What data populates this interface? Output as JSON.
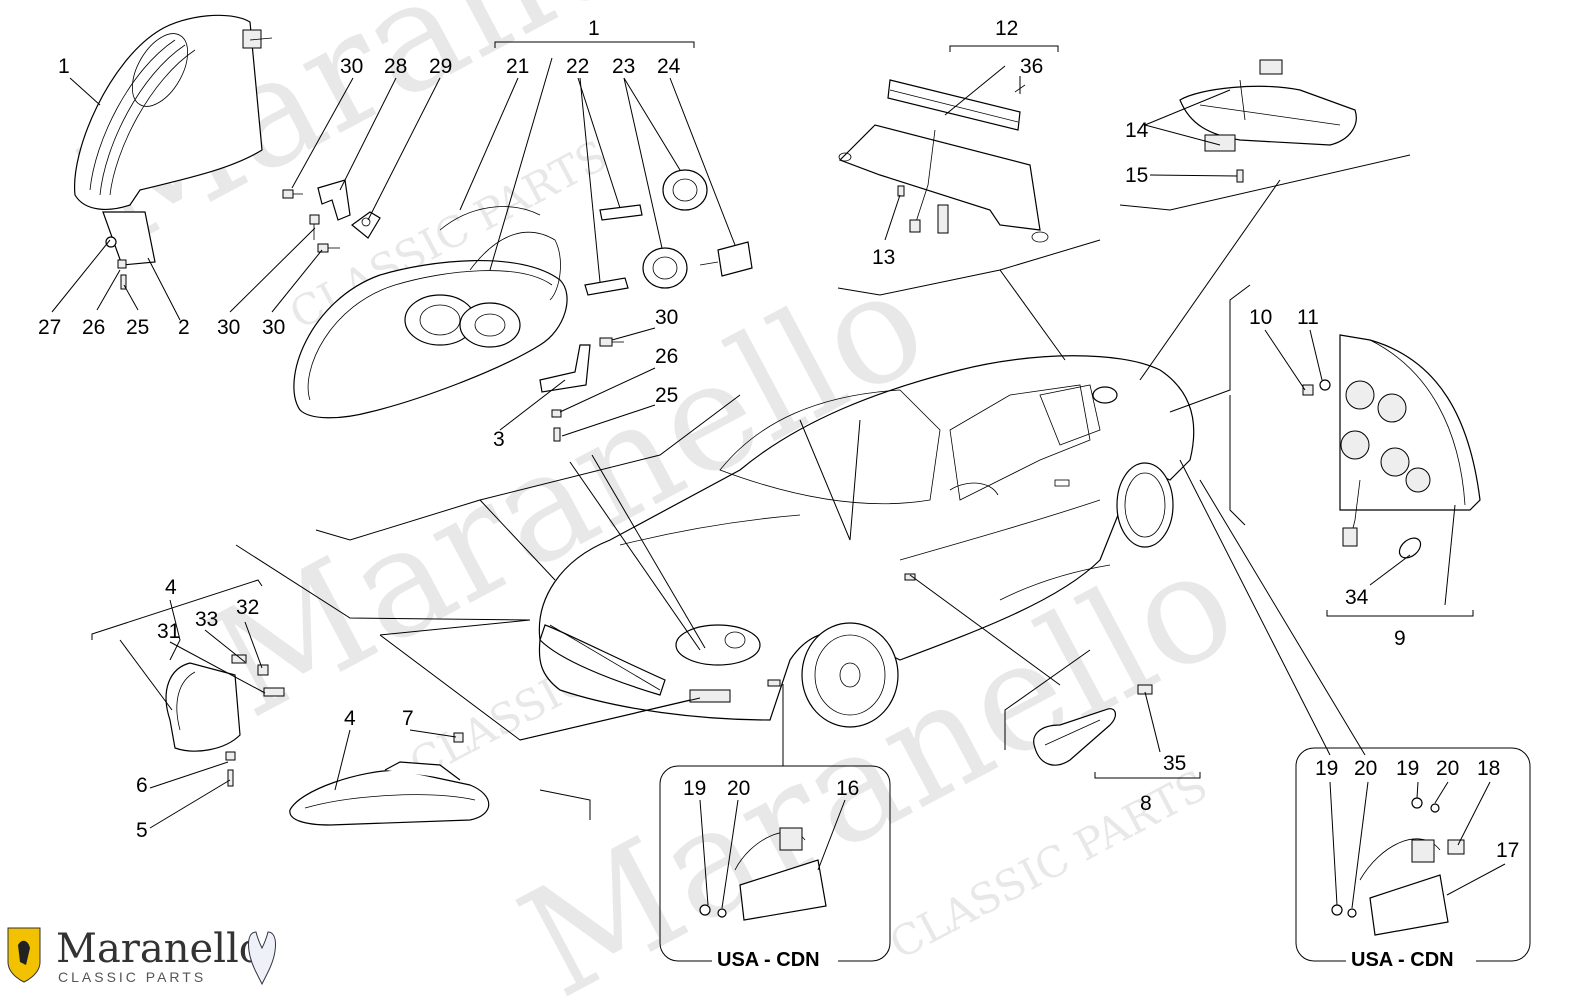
{
  "watermark": {
    "main": "Maranello",
    "sub": "CLASSIC PARTS"
  },
  "logo": {
    "name": "Maranello",
    "tagline": "CLASSIC PARTS"
  },
  "regions": {
    "left_box": "USA - CDN",
    "right_box": "USA - CDN"
  },
  "callouts": {
    "c1a": "1",
    "c1b": "1",
    "c2": "2",
    "c3": "3",
    "c4a": "4",
    "c4b": "4",
    "c5": "5",
    "c6": "6",
    "c7": "7",
    "c8": "8",
    "c9": "9",
    "c10": "10",
    "c11": "11",
    "c12": "12",
    "c13": "13",
    "c14": "14",
    "c15": "15",
    "c16": "16",
    "c17": "17",
    "c18": "18",
    "c19a": "19",
    "c19b": "19",
    "c19c": "19",
    "c20a": "20",
    "c20b": "20",
    "c20c": "20",
    "c21": "21",
    "c22": "22",
    "c23": "23",
    "c24": "24",
    "c25a": "25",
    "c25b": "25",
    "c26a": "26",
    "c26b": "26",
    "c27": "27",
    "c28": "28",
    "c29": "29",
    "c30a": "30",
    "c30b": "30",
    "c30c": "30",
    "c30d": "30",
    "c31": "31",
    "c32": "32",
    "c33": "33",
    "c34": "34",
    "c35": "35",
    "c36": "36"
  }
}
